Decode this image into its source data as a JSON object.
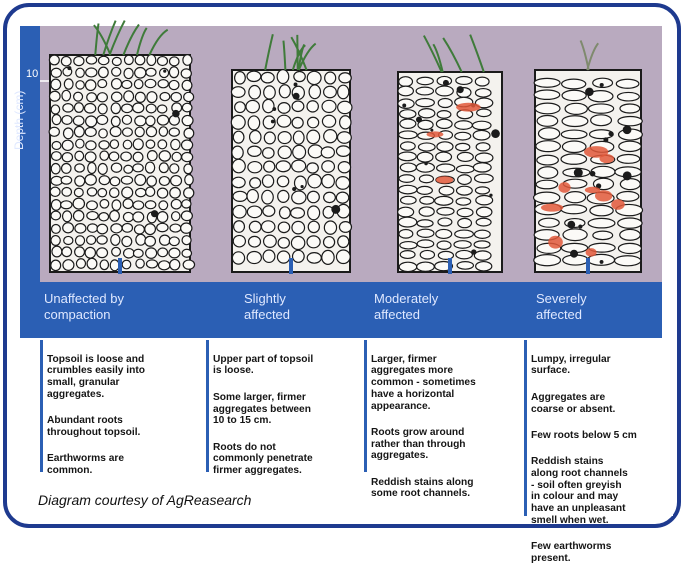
{
  "axis": {
    "label": "Depth (cm)",
    "tick": "10"
  },
  "columns": [
    {
      "heading": "Unaffected by\ncompaction",
      "lines": [
        "Topsoil is loose and\ncrumbles easily into\nsmall, granular\naggregates.",
        "Abundant roots\nthroughout topsoil.",
        "Earthworms are\ncommon."
      ]
    },
    {
      "heading": "Slightly\naffected",
      "lines": [
        "Upper part of topsoil\nis loose.",
        "Some larger, firmer\naggregates between\n10 to 15 cm.",
        "Roots do not\ncommonly penetrate\nfirmer aggregates."
      ]
    },
    {
      "heading": "Moderately\naffected",
      "lines": [
        "Larger, firmer\naggregates more\ncommon - sometimes\nhave a horizontal\nappearance.",
        "Roots grow around\nrather than through\naggregates.",
        "Reddish stains along\nsome root channels."
      ]
    },
    {
      "heading": "Severely\naffected",
      "lines": [
        "Lumpy, irregular\nsurface.",
        "Aggregates are\ncoarse or absent.",
        "Few roots below 5 cm",
        "Reddish stains\nalong root channels\n- soil often greyish\nin colour and may\nhave an unpleasant\nsmell when wet.",
        "Few earthworms\npresent."
      ]
    }
  ],
  "credit": "Diagram courtesy of AgReasearch",
  "colors": {
    "frame": "#1e3a8f",
    "band": "#2b5fb4",
    "background": "#b9aabf",
    "stain": "#e0583a"
  }
}
